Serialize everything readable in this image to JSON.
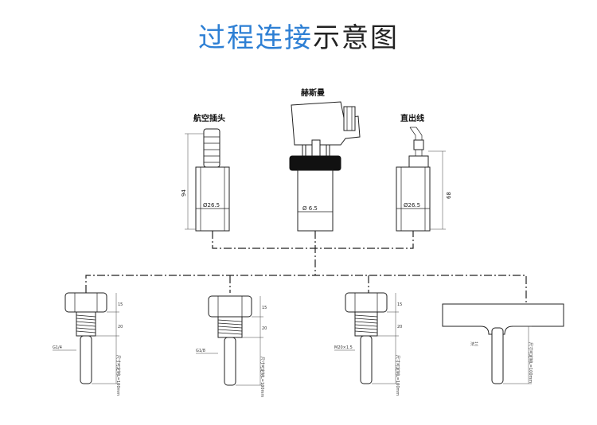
{
  "title": {
    "part1": "过程连接",
    "part2": "示意图"
  },
  "connectors": {
    "aviation_plug": "航空插头",
    "hirschmann": "赫斯曼",
    "direct_cable": "直出线"
  },
  "dimensions": {
    "height_94": "94",
    "height_68": "68",
    "dia_left": "Ø26.5",
    "dia_middle": "Ø 6.5",
    "dia_right": "Ø26.5",
    "dim_15": "15",
    "dim_20": "20",
    "thread_1": "G1/4",
    "thread_2": "G1/8",
    "thread_3": "M20×1.5",
    "insert_note": "尺寸可定制L=100mm",
    "flat_label": "法兰"
  }
}
